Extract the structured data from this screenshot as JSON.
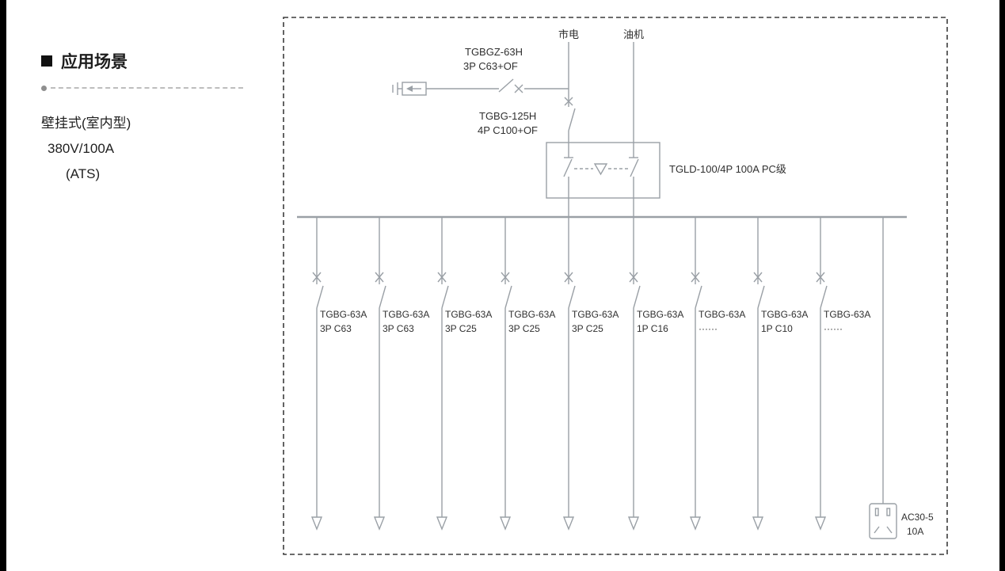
{
  "page": {
    "section_title": "应用场景",
    "spec_lines": [
      "壁挂式(室内型)",
      "380V/100A",
      "(ATS)"
    ]
  },
  "diagram": {
    "source_mains": "市电",
    "source_generator": "油机",
    "spd": {
      "model": "TGBGZ-63H",
      "spec": "3P C63+OF"
    },
    "main_breaker": {
      "model": "TGBG-125H",
      "spec": "4P C100+OF"
    },
    "ats_label": "TGLD-100/4P 100A PC级",
    "feeders": [
      {
        "model": "TGBG-63A",
        "spec": "3P C63"
      },
      {
        "model": "TGBG-63A",
        "spec": "3P C63"
      },
      {
        "model": "TGBG-63A",
        "spec": "3P C25"
      },
      {
        "model": "TGBG-63A",
        "spec": "3P C25"
      },
      {
        "model": "TGBG-63A",
        "spec": "3P C25"
      },
      {
        "model": "TGBG-63A",
        "spec": "1P C16"
      },
      {
        "model": "TGBG-63A",
        "spec": "······"
      },
      {
        "model": "TGBG-63A",
        "spec": "1P C10"
      },
      {
        "model": "TGBG-63A",
        "spec": "······"
      }
    ],
    "socket": {
      "model": "AC30-5",
      "rating": "10A"
    }
  },
  "colors": {
    "line": "#9aa0a6",
    "frame": "#3c3c3c",
    "text": "#303030"
  }
}
